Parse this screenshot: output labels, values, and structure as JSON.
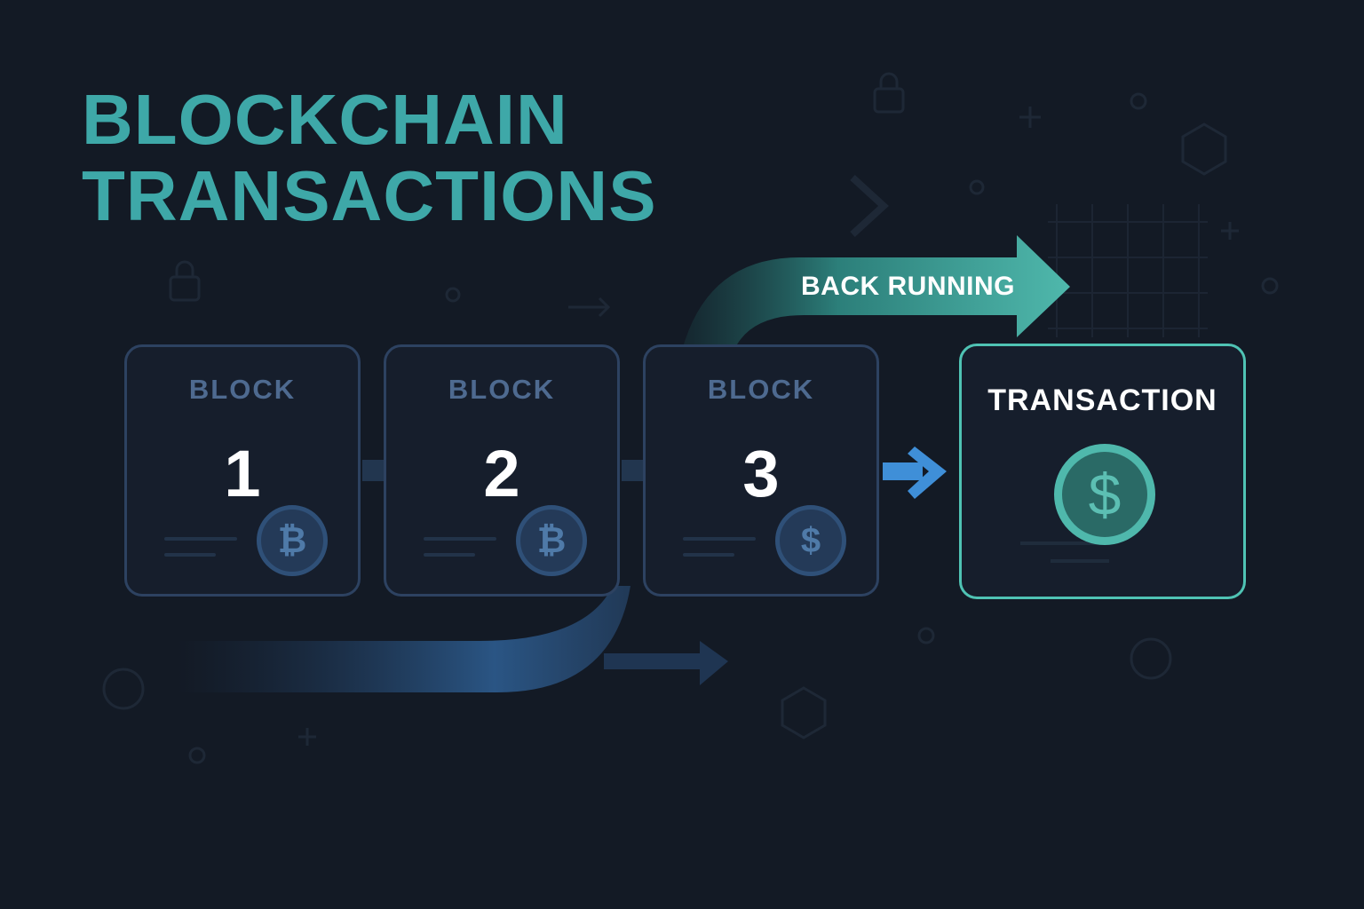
{
  "title": {
    "line1": "BLOCKCHAIN",
    "line2": "TRANSACTIONS"
  },
  "blocks": [
    {
      "label": "BLOCK",
      "number": "1",
      "coin": "₿"
    },
    {
      "label": "BLOCK",
      "number": "2",
      "coin": "₿"
    },
    {
      "label": "BLOCK",
      "number": "3",
      "coin": "$"
    }
  ],
  "transaction": {
    "label": "TRANSACTION",
    "coin": "$"
  },
  "back_running": {
    "label": "BACK RUNNING"
  },
  "colors": {
    "teal": "#3ea8a8",
    "tx_border": "#4fc3b4",
    "block_border": "#2d4261",
    "blue_arrow": "#3f8fd8",
    "background": "#131a25"
  }
}
